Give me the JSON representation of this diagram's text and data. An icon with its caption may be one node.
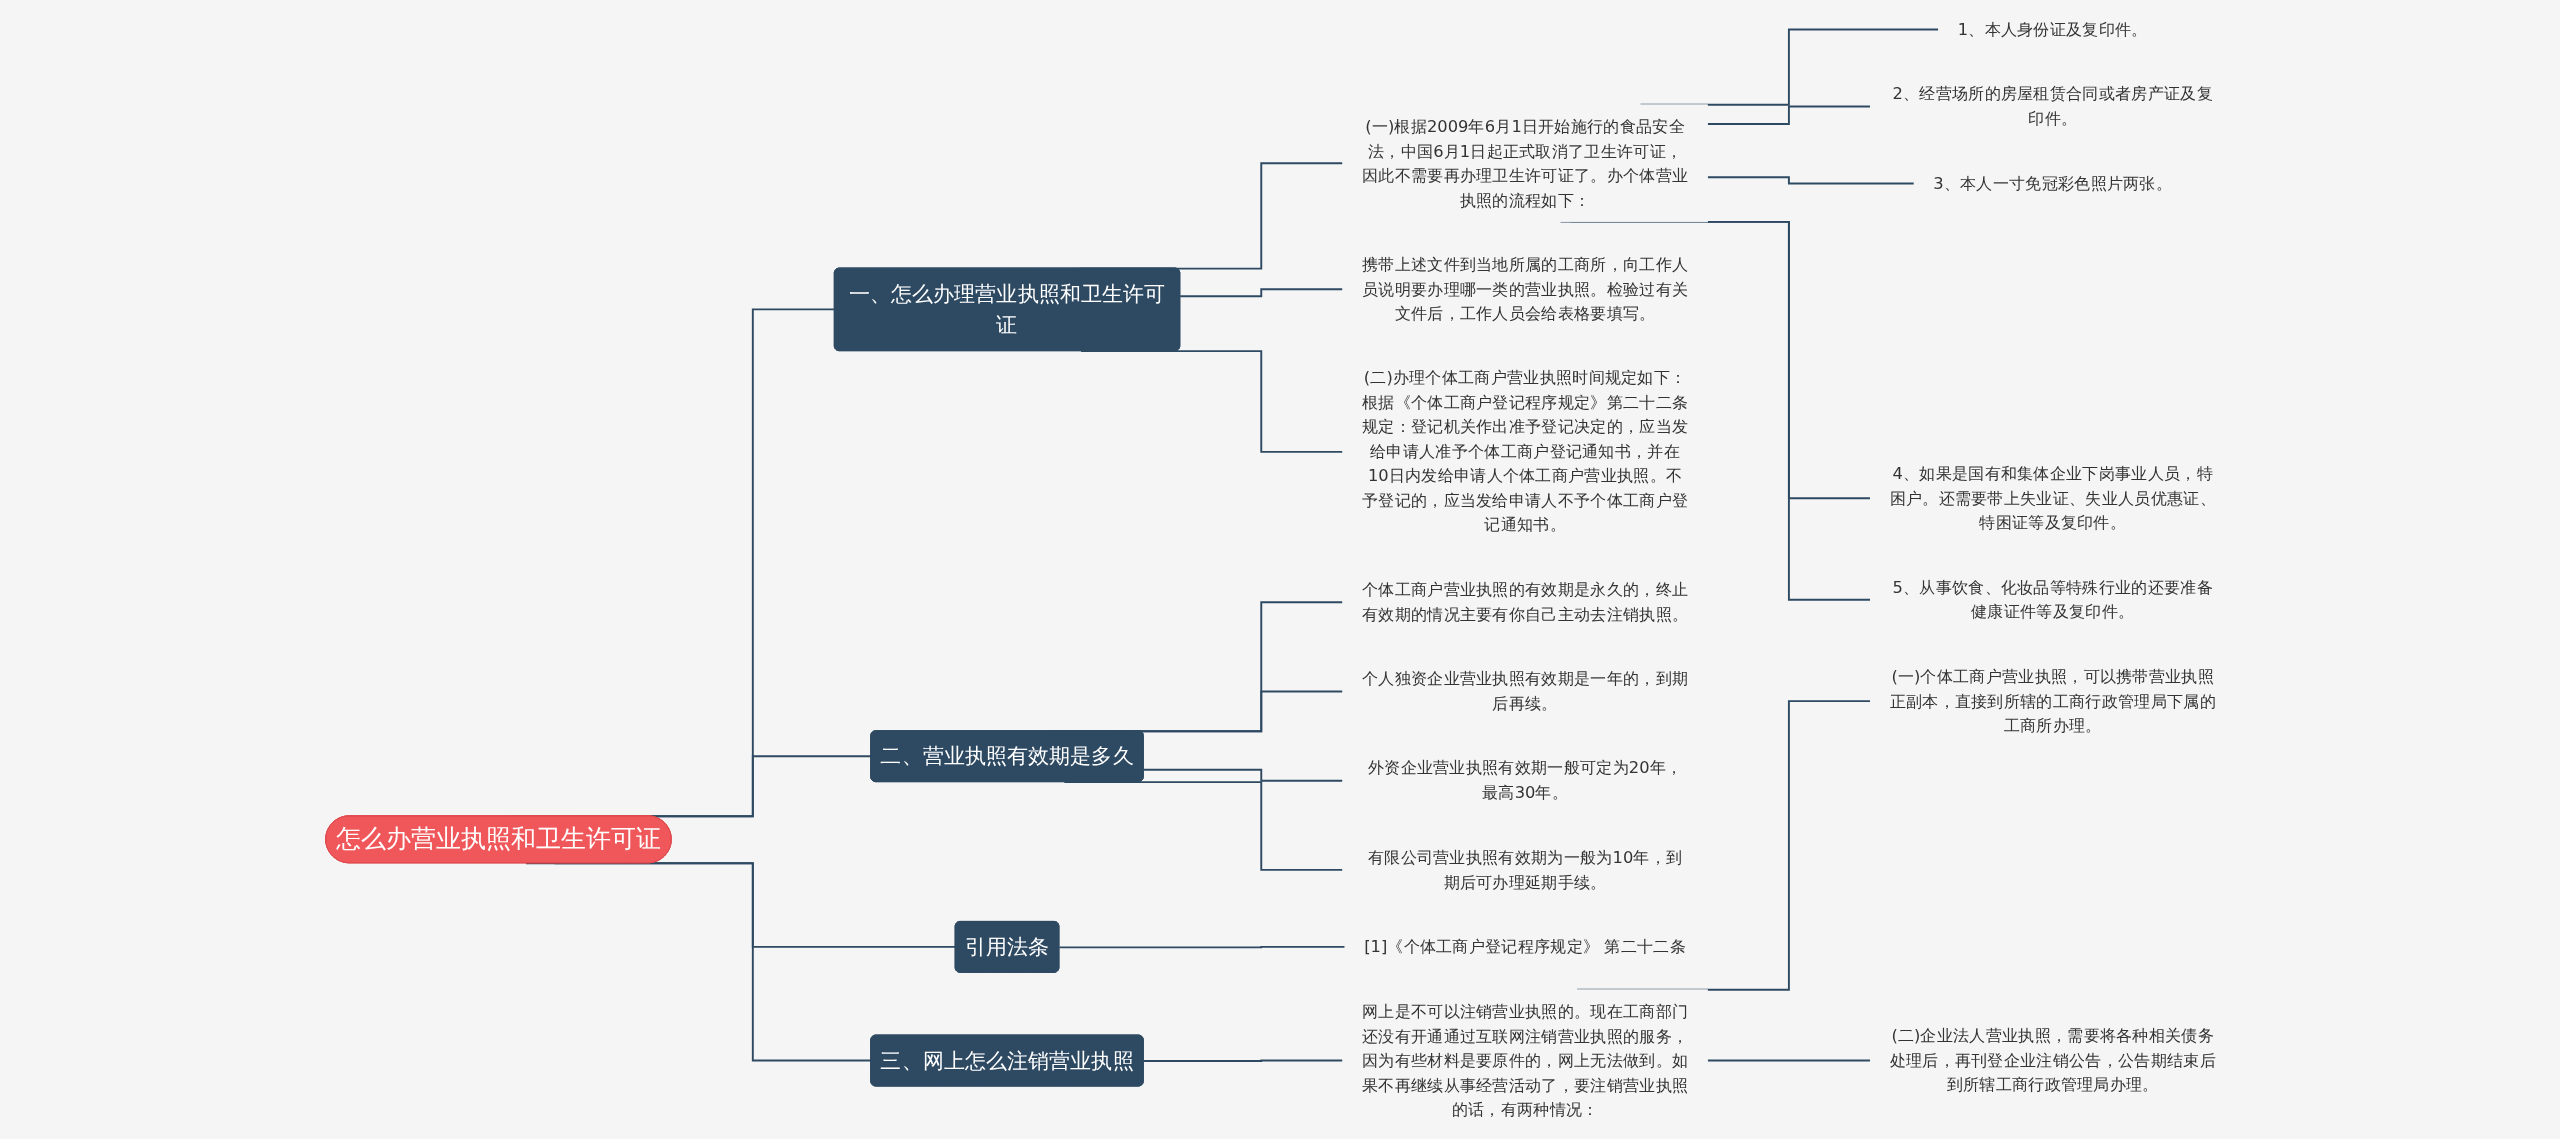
{
  "diagram": {
    "nodes": [
      {
        "text": [
          "怎么办营业执照和卫生许可证"
        ]
      },
      {
        "text": [
          "一、怎么办理营业执照和卫生许可证"
        ]
      },
      {
        "text": [
          "(一)根据2009年6月1日开始施行的食品安全法，中国6月1日起正式取消了卫生许可证，因此不需要再办理卫生许可证了。办个体营业执照的流程如下："
        ]
      },
      {
        "text": [
          "1、本人身份证及复印件。"
        ]
      },
      {
        "text": [
          "2、经营场所的房屋租赁合同或者房产证及复印件。"
        ]
      },
      {
        "text": [
          "3、本人一寸免冠彩色照片两张。"
        ]
      },
      {
        "text": [
          "4、如果是国有和集体企业下岗事业人员，特困户。还需要带上失业证、失业人员优惠证、特困证等及复印件。"
        ]
      },
      {
        "text": [
          "5、从事饮食、化妆品等特殊行业的还要准备健康证件等及复印件。"
        ]
      },
      {
        "text": [
          "携带上述文件到当地所属的工商所，向工作人员说明要办理哪一类的营业执照。检验过有关文件后，工作人员会给表格要填写。"
        ]
      },
      {
        "text": [
          "(二)办理个体工商户营业执照时间规定如下：根据《个体工商户登记程序规定》第二十二条规定：登记机关作出准予登记决定的，应当发给申请人准予个体工商户登记通知书，并在10日内发给申请人个体工商户营业执照。不予登记的，应当发给申请人不予个体工商户登记通知书。"
        ]
      },
      {
        "text": [
          "二、营业执照有效期是多久"
        ]
      },
      {
        "text": [
          "个体工商户营业执照的有效期是永久的，终止有效期的情况主要有你自己主动去注销执照。"
        ]
      },
      {
        "text": [
          "个人独资企业营业执照有效期是一年的，到期后再续。"
        ]
      },
      {
        "text": [
          "外资企业营业执照有效期一般可定为20年，最高30年。"
        ]
      },
      {
        "text": [
          "有限公司营业执照有效期为一般为10年，到期后可办理延期手续。"
        ]
      },
      {
        "text": [
          "引用法条"
        ]
      },
      {
        "text": [
          "[1]《个体工商户登记程序规定》 第二十二条"
        ]
      },
      {
        "text": [
          "三、网上怎么注销营业执照"
        ]
      },
      {
        "text": [
          "网上是不可以注销营业执照的。现在工商部门还没有开通通过互联网注销营业执照的服务，因为有些材料是要原件的，网上无法做到。如果不再继续从事经营活动了，要注销营业执照的话，有两种情况："
        ]
      },
      {
        "text": [
          "(一)个体工商户营业执照，可以携带营业执照正副本，直接到所辖的工商行政管理局下属的工商所办理。"
        ]
      },
      {
        "text": [
          "(二)企业法人营业执照，需要将各种相关债务处理后，再刊登企业注销公告，公告期结束后到所辖工商行政管理局办理。"
        ]
      }
    ],
    "edges": [
      {
        "from": 0,
        "to": 1,
        "arrow": "none"
      },
      {
        "from": 1,
        "to": 2,
        "arrow": "none"
      },
      {
        "from": 2,
        "to": 3,
        "arrow": "none"
      },
      {
        "from": 2,
        "to": 4,
        "arrow": "none"
      },
      {
        "from": 2,
        "to": 5,
        "arrow": "none"
      },
      {
        "from": 2,
        "to": 6,
        "arrow": "none"
      },
      {
        "from": 2,
        "to": 7,
        "arrow": "none"
      },
      {
        "from": 1,
        "to": 8,
        "arrow": "none"
      },
      {
        "from": 1,
        "to": 9,
        "arrow": "none"
      },
      {
        "from": 0,
        "to": 10,
        "arrow": "none"
      },
      {
        "from": 10,
        "to": 11,
        "arrow": "none"
      },
      {
        "from": 10,
        "to": 12,
        "arrow": "none"
      },
      {
        "from": 10,
        "to": 13,
        "arrow": "none"
      },
      {
        "from": 10,
        "to": 14,
        "arrow": "none"
      },
      {
        "from": 0,
        "to": 15,
        "arrow": "none"
      },
      {
        "from": 15,
        "to": 16,
        "arrow": "none"
      },
      {
        "from": 0,
        "to": 17,
        "arrow": "none"
      },
      {
        "from": 17,
        "to": 18,
        "arrow": "none"
      },
      {
        "from": 18,
        "to": 19,
        "arrow": "none"
      },
      {
        "from": 18,
        "to": 20,
        "arrow": "none"
      }
    ]
  }
}
